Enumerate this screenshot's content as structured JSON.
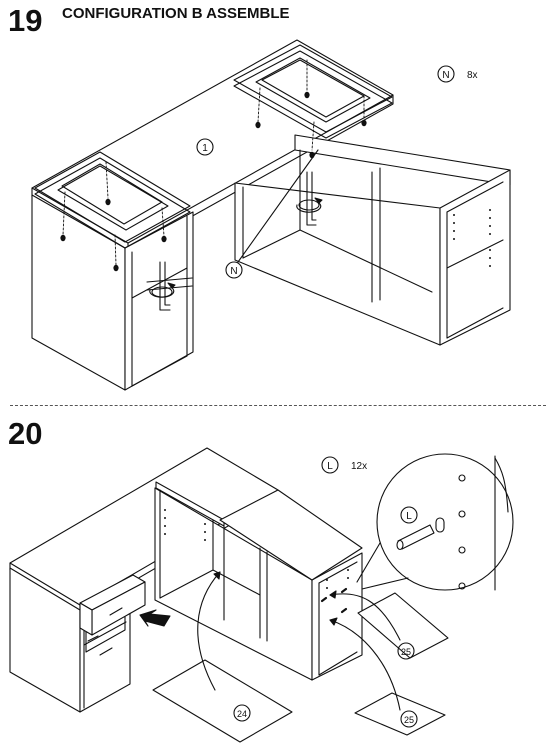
{
  "step19": {
    "number": "19",
    "title": "CONFIGURATION B ASSEMBLE",
    "part_callouts": {
      "desktop": "1",
      "screw_pointer": "N"
    },
    "hardware": {
      "letter": "N",
      "quantity": "8x"
    }
  },
  "step20": {
    "number": "20",
    "part_callouts": {
      "panel_left": "24",
      "panel_right_top": "25",
      "panel_right_bottom": "25",
      "detail_dowel": "L"
    },
    "hardware": {
      "letter": "L",
      "quantity": "12x"
    }
  }
}
